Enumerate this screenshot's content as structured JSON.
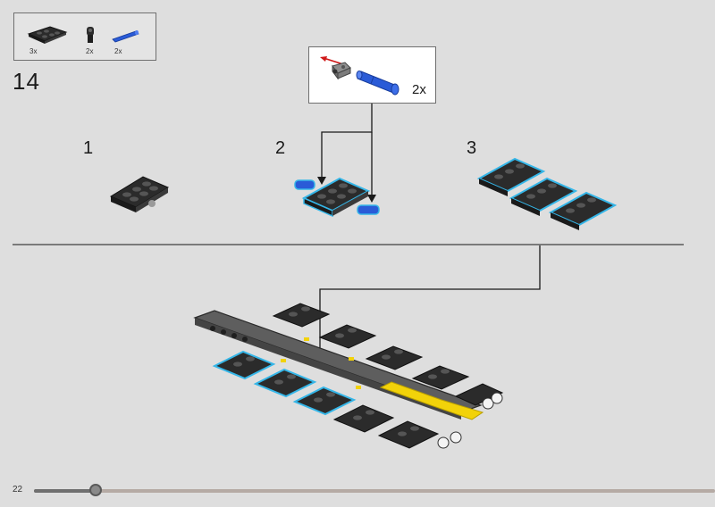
{
  "parts_list": {
    "items": [
      {
        "icon": "plate-with-pin-holes-icon",
        "quantity": "3x",
        "color": "#2b2b2b"
      },
      {
        "icon": "pin-connector-icon",
        "quantity": "2x",
        "color": "#2b2b2b"
      },
      {
        "icon": "blue-axle-pin-icon",
        "quantity": "2x",
        "color": "#2a5bd7"
      }
    ]
  },
  "step": {
    "number": "14"
  },
  "callout": {
    "quantity": "2x"
  },
  "substeps": [
    "1",
    "2",
    "3"
  ],
  "colors": {
    "background": "#dedede",
    "highlight_outline": "#35b6e8",
    "brick_dark": "#2b2b2b",
    "pin_blue": "#2a5bd7",
    "accent_yellow": "#f2d20a",
    "arrow_red": "#d01919"
  },
  "footer": {
    "page_number": "22",
    "progress_fraction": 0.09
  }
}
